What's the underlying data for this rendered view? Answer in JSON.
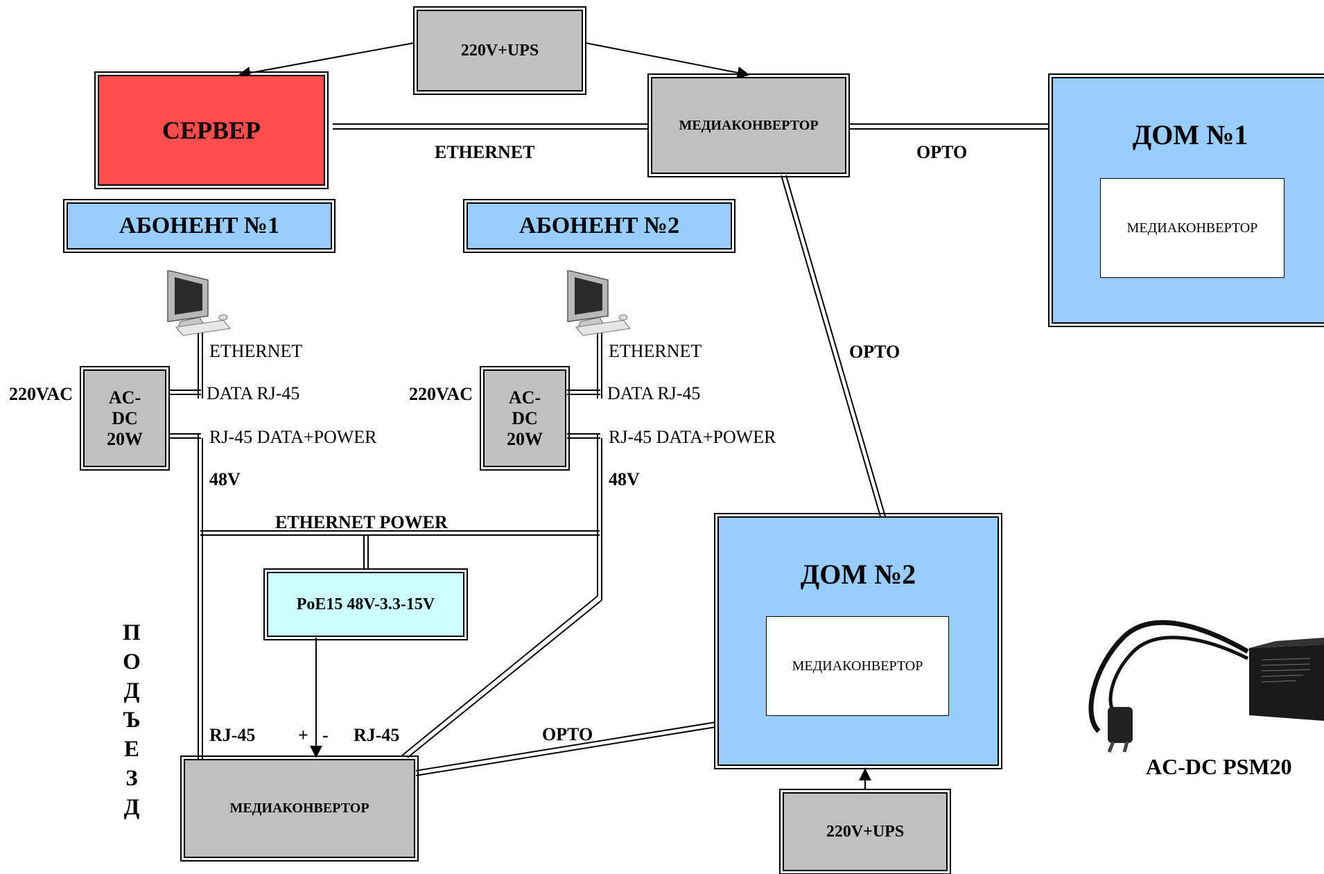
{
  "nodes": {
    "ups_top": "220V+UPS",
    "server": "СЕРВЕР",
    "media_main": "МЕДИАКОНВЕРТОР",
    "abonent1": "АБОНЕНТ №1",
    "abonent2": "АБОНЕНТ №2",
    "house1": {
      "title": "ДОМ №1",
      "inner": "МЕДИАКОНВЕРТОР"
    },
    "house2": {
      "title": "ДОМ №2",
      "inner": "МЕДИАКОНВЕРТОР"
    },
    "psu1": [
      "AC-",
      "DC",
      "20W"
    ],
    "psu2": [
      "AC-",
      "DC",
      "20W"
    ],
    "poe": "PoE15 48V-3.3-15V",
    "media_bottom": "МЕДИАКОНВЕРТОР",
    "ups_bottom": "220V+UPS"
  },
  "labels": {
    "ethernet_main": "ETHERNET",
    "opto_h1": "OPTO",
    "opto_diag": "OPTO",
    "opto_bottom": "OPTO",
    "sub1": {
      "ethernet": "ETHERNET",
      "data": "DATA RJ-45",
      "datapower": "RJ-45 DATA+POWER",
      "v48": "48V",
      "vac": "220VAC"
    },
    "sub2": {
      "ethernet": "ETHERNET",
      "data": "DATA RJ-45",
      "datapower": "RJ-45 DATA+POWER",
      "v48": "48V",
      "vac": "220VAC"
    },
    "ethernet_power": "ETHERNET POWER",
    "rj45_left": "RJ-45",
    "plus": "+",
    "minus": "-",
    "rj45_right": "RJ-45",
    "entrance_vertical": [
      "П",
      "О",
      "Д",
      "Ъ",
      "Е",
      "З",
      "Д"
    ]
  },
  "product": {
    "caption": "AC-DC PSM20"
  },
  "icons": [
    "computer-icon",
    "computer-icon",
    "power-adapter-photo"
  ]
}
